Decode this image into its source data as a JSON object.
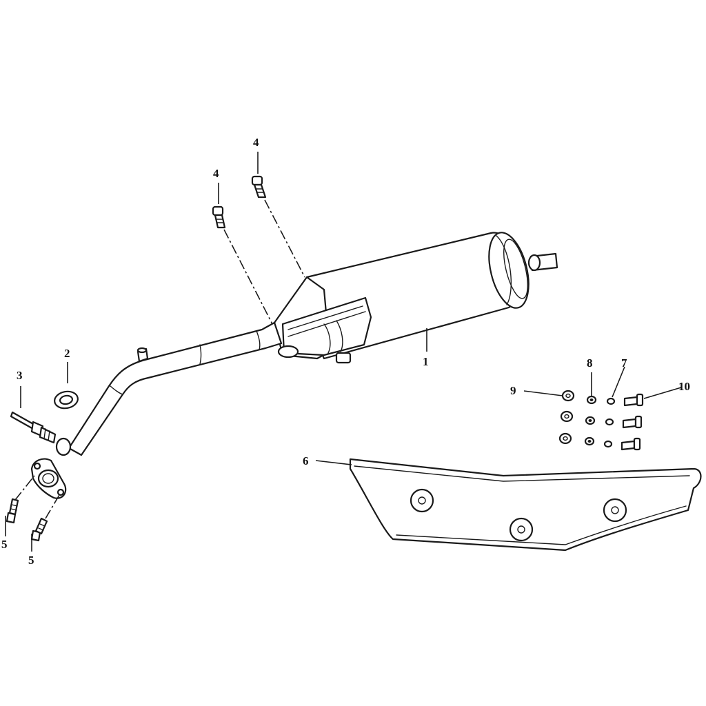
{
  "callouts": {
    "c1": "1",
    "c2": "2",
    "c3": "3",
    "c4a": "4",
    "c4b": "4",
    "c5a": "5",
    "c5b": "5",
    "c6": "6",
    "c7": "7",
    "c8": "8",
    "c9": "9",
    "c10": "10"
  },
  "colors": {
    "line": "#1a1a1a",
    "background": "#ffffff"
  }
}
